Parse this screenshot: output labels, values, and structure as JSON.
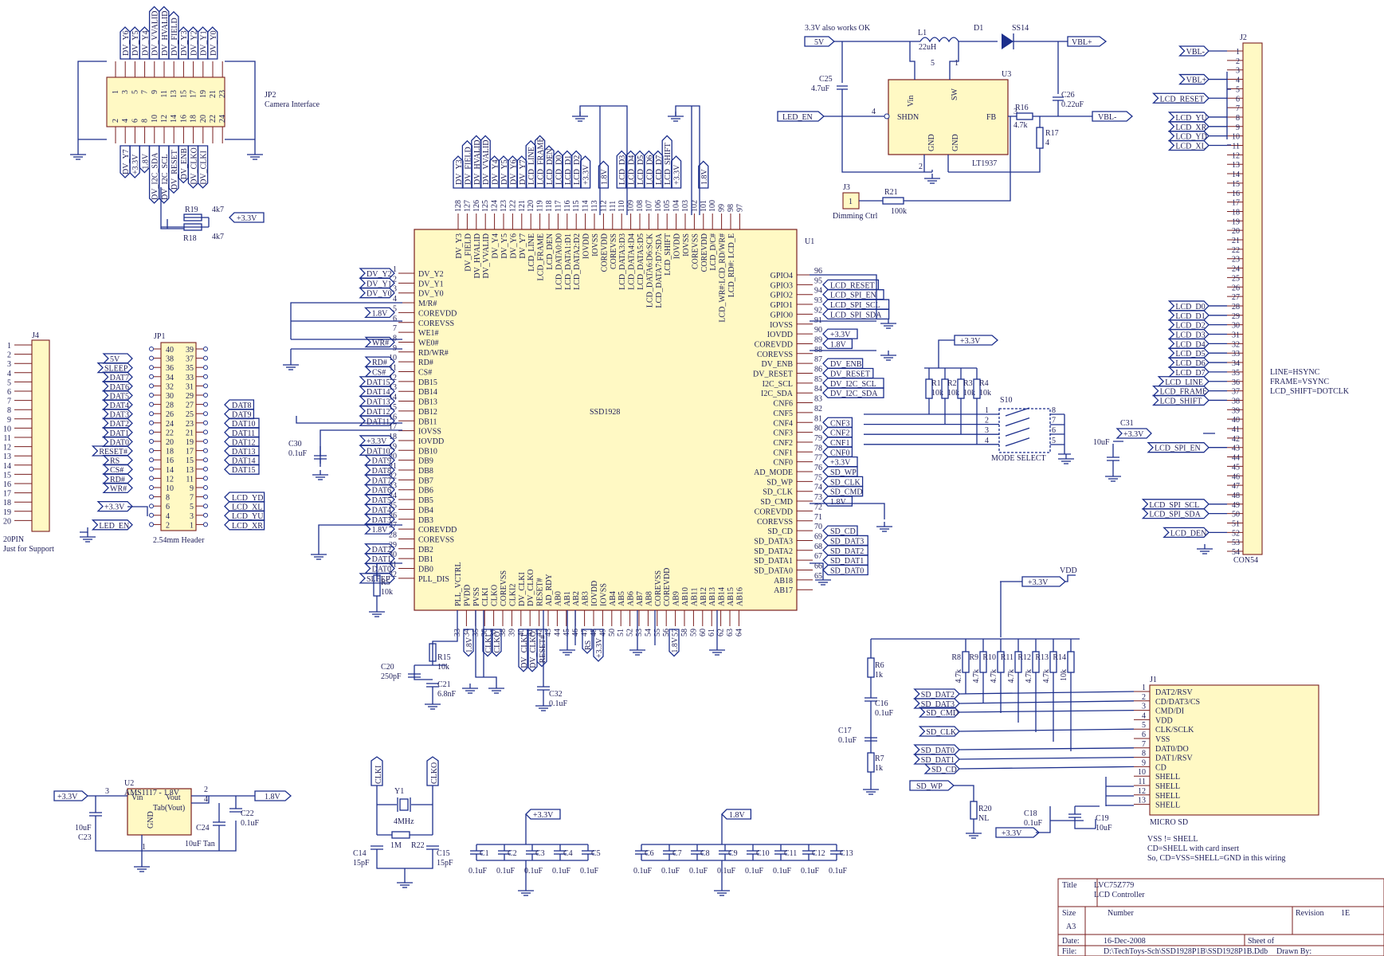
{
  "u1": {
    "ref": "U1",
    "name": "SSD1928",
    "left_pins": [
      [
        "1",
        "DV_Y2",
        "DV_Y2"
      ],
      [
        "2",
        "DV_Y1",
        "DV_Y1"
      ],
      [
        "3",
        "DV_Y0",
        "DV_Y0"
      ],
      [
        "4",
        "M/R#",
        ""
      ],
      [
        "5",
        "COREVDD",
        "1.8V"
      ],
      [
        "6",
        "COREVSS",
        ""
      ],
      [
        "7",
        "WE1#",
        ""
      ],
      [
        "8",
        "WE0#",
        "WR#"
      ],
      [
        "9",
        "RD/WR#",
        ""
      ],
      [
        "10",
        "RD#",
        "RD#"
      ],
      [
        "11",
        "CS#",
        "CS#"
      ],
      [
        "12",
        "DB15",
        "DAT15"
      ],
      [
        "13",
        "DB14",
        "DAT14"
      ],
      [
        "14",
        "DB13",
        "DAT13"
      ],
      [
        "15",
        "DB12",
        "DAT12"
      ],
      [
        "16",
        "DB11",
        "DAT11"
      ],
      [
        "17",
        "IOVSS",
        ""
      ],
      [
        "18",
        "IOVDD",
        "+3.3V"
      ],
      [
        "19",
        "DB10",
        "DAT10"
      ],
      [
        "20",
        "DB9",
        "DAT9"
      ],
      [
        "21",
        "DB8",
        "DAT8"
      ],
      [
        "22",
        "DB7",
        "DAT7"
      ],
      [
        "23",
        "DB6",
        "DAT6"
      ],
      [
        "24",
        "DB5",
        "DAT5"
      ],
      [
        "25",
        "DB4",
        "DAT4"
      ],
      [
        "26",
        "DB3",
        "DAT3"
      ],
      [
        "27",
        "COREVDD",
        "1.8V"
      ],
      [
        "28",
        "COREVSS",
        ""
      ],
      [
        "29",
        "DB2",
        "DAT2"
      ],
      [
        "30",
        "DB1",
        "DAT1"
      ],
      [
        "31",
        "DB0",
        "DAT0"
      ],
      [
        "32",
        "PLL_DIS",
        "SLEEP"
      ]
    ],
    "right_pins": [
      [
        "96",
        "GPIO4",
        ""
      ],
      [
        "95",
        "GPIO3",
        "LCD_RESET"
      ],
      [
        "94",
        "GPIO2",
        "LCD_SPI_EN"
      ],
      [
        "93",
        "GPIO1",
        "LCD_SPI_SCL"
      ],
      [
        "92",
        "GPIO0",
        "LCD_SPI_SDA"
      ],
      [
        "91",
        "IOVSS",
        ""
      ],
      [
        "90",
        "IOVDD",
        "+3.3V"
      ],
      [
        "89",
        "COREVDD",
        "1.8V"
      ],
      [
        "88",
        "COREVSS",
        ""
      ],
      [
        "87",
        "DV_ENB",
        "DV_ENB"
      ],
      [
        "86",
        "DV_RESET",
        "DV_RESET"
      ],
      [
        "85",
        "I2C_SCL",
        "DV_I2C_SCL"
      ],
      [
        "84",
        "I2C_SDA",
        "DV_I2C_SDA"
      ],
      [
        "83",
        "CNF6",
        ""
      ],
      [
        "82",
        "CNF5",
        ""
      ],
      [
        "81",
        "CNF4",
        "CNF3"
      ],
      [
        "80",
        "CNF3",
        "CNF2"
      ],
      [
        "79",
        "CNF2",
        "CNF1"
      ],
      [
        "78",
        "CNF1",
        "CNF0"
      ],
      [
        "77",
        "CNF0",
        "+3.3V"
      ],
      [
        "76",
        "AD_MODE",
        "SD_WP"
      ],
      [
        "75",
        "SD_WP",
        "SD_CLK"
      ],
      [
        "74",
        "SD_CLK",
        "SD_CMD"
      ],
      [
        "73",
        "SD_CMD",
        "1.8V"
      ],
      [
        "72",
        "COREVDD",
        ""
      ],
      [
        "71",
        "COREVSS",
        ""
      ],
      [
        "70",
        "SD_CD",
        "SD_CD"
      ],
      [
        "69",
        "SD_DATA3",
        "SD_DAT3"
      ],
      [
        "68",
        "SD_DATA2",
        "SD_DAT2"
      ],
      [
        "67",
        "SD_DATA1",
        "SD_DAT1"
      ],
      [
        "66",
        "SD_DATA0",
        "SD_DAT0"
      ],
      [
        "65",
        "AB18",
        ""
      ],
      [
        "",
        "AB17",
        ""
      ]
    ],
    "top_pins": [
      [
        "128",
        "DV_Y3",
        "DV_Y3"
      ],
      [
        "127",
        "DV_FIELD",
        "DV_FIELD"
      ],
      [
        "126",
        "DV_HVALID",
        "DV_HVALID"
      ],
      [
        "125",
        "DV_VVALID",
        "DV_VVALID"
      ],
      [
        "124",
        "DV_Y4",
        "DV_Y4"
      ],
      [
        "123",
        "DV_Y5",
        "DV_Y5"
      ],
      [
        "122",
        "DV_Y6",
        "DV_Y6"
      ],
      [
        "121",
        "DV_Y7",
        "DV_Y7"
      ],
      [
        "120",
        "LCD_LINE",
        "LCD_LINE"
      ],
      [
        "119",
        "LCD_FRAME",
        "LCD_FRAME"
      ],
      [
        "118",
        "LCD_DEN",
        "LCD_DEN"
      ],
      [
        "117",
        "LCD_DATA0:D0",
        "LCD_D0"
      ],
      [
        "116",
        "LCD_DATA1:D1",
        "LCD_D1"
      ],
      [
        "115",
        "LCD_DATA2:D2",
        "LCD_D2"
      ],
      [
        "114",
        "IOVDD",
        "+3.3V"
      ],
      [
        "113",
        "IOVSS",
        ""
      ],
      [
        "112",
        "COREVDD",
        "1.8V"
      ],
      [
        "111",
        "COREVSS",
        ""
      ],
      [
        "110",
        "LCD_DATA3:D3",
        "LCD_D3"
      ],
      [
        "109",
        "LCD_DATA4:D4",
        "LCD_D4"
      ],
      [
        "108",
        "LCD_DATA5:D5",
        "LCD_D5"
      ],
      [
        "107",
        "LCD_DATA6:D6:SCK",
        "LCD_D6"
      ],
      [
        "106",
        "LCD_DATA7:D7:SDA",
        "LCD_D7"
      ],
      [
        "105",
        "LCD_SHIFT",
        "LCD_SHIFT"
      ],
      [
        "104",
        "IOVDD",
        "+3.3V"
      ],
      [
        "103",
        "IOVSS",
        ""
      ],
      [
        "102",
        "COREVSS",
        ""
      ],
      [
        "101",
        "COREVDD",
        "1.8V"
      ],
      [
        "100",
        "LCD_D/C#",
        ""
      ],
      [
        "99",
        "LCD_WR#:LCD_RD/WR#",
        ""
      ],
      [
        "98",
        "LCD_RD#: LCD_E",
        ""
      ],
      [
        "97",
        "",
        ""
      ]
    ],
    "bottom_pins": [
      [
        "33",
        "PLL_VCTRL"
      ],
      [
        "34",
        "PVDD"
      ],
      [
        "35",
        "PVSS"
      ],
      [
        "36",
        "CLKI"
      ],
      [
        "37",
        "CLKO"
      ],
      [
        "38",
        "COREVSS"
      ],
      [
        "39",
        "CLKI2"
      ],
      [
        "40",
        "DV_CLKI"
      ],
      [
        "41",
        "DV_CLKO"
      ],
      [
        "42",
        "RESET#"
      ],
      [
        "43",
        "AD_RDY"
      ],
      [
        "44",
        "AB0"
      ],
      [
        "45",
        "AB1"
      ],
      [
        "46",
        "AB2"
      ],
      [
        "47",
        "AB3"
      ],
      [
        "48",
        "IOVDD"
      ],
      [
        "49",
        "IOVSS"
      ],
      [
        "50",
        "AB4"
      ],
      [
        "51",
        "AB5"
      ],
      [
        "52",
        "AB6"
      ],
      [
        "53",
        "AB7"
      ],
      [
        "54",
        "AB8"
      ],
      [
        "55",
        "COREVSS"
      ],
      [
        "56",
        "COREVDD"
      ],
      [
        "57",
        "AB9"
      ],
      [
        "58",
        "AB10"
      ],
      [
        "59",
        "AB11"
      ],
      [
        "60",
        "AB12"
      ],
      [
        "61",
        "AB13"
      ],
      [
        "62",
        "AB14"
      ],
      [
        "63",
        "AB15"
      ],
      [
        "64",
        "AB16"
      ]
    ],
    "bottom_nets": [
      "1.8V",
      "CLKI",
      "CLKO",
      "DV_CLKI",
      "DV_CLKO",
      "RESET#",
      "RS",
      "+3.3V",
      "1.8V"
    ]
  },
  "jp2": {
    "ref": "JP2",
    "desc": "Camera Interface",
    "top_nets": [
      "DV_Y6",
      "DV_Y5",
      "DV_Y4",
      "DV_VVALID",
      "DV_HVALID",
      "DV_FIELD",
      "DV_Y3",
      "DV_Y2",
      "DV_Y1",
      "DV_Y0"
    ],
    "top_pins": [
      "1",
      "3",
      "5",
      "7",
      "9",
      "11",
      "13",
      "15",
      "17",
      "19",
      "21",
      "23"
    ],
    "bot_pins": [
      "2",
      "4",
      "6",
      "8",
      "10",
      "12",
      "14",
      "16",
      "18",
      "20",
      "22",
      "24"
    ],
    "bot_nets": [
      "DV_Y7",
      "+3.3V",
      "1.8V",
      "DV_I2C_SDA",
      "DV_I2C_SCL",
      "DV_RESET",
      "DV_ENB",
      "DV_CLKO",
      "DV_CLKI"
    ],
    "r19": "R19",
    "r18": "R18",
    "r19v": "4k7",
    "r18v": "4k7",
    "pwr": "+3.3V"
  },
  "j4": {
    "ref": "J4",
    "pins": [
      "1",
      "2",
      "3",
      "4",
      "5",
      "6",
      "7",
      "8",
      "9",
      "10",
      "11",
      "12",
      "13",
      "14",
      "15",
      "16",
      "17",
      "18",
      "19",
      "20"
    ],
    "desc1": "20PIN",
    "desc2": "Just for Support"
  },
  "jp1": {
    "ref": "JP1",
    "desc": "2.54mm Header",
    "left_pins": [
      "40",
      "38",
      "36",
      "34",
      "32",
      "30",
      "28",
      "26",
      "24",
      "22",
      "20",
      "18",
      "16",
      "14",
      "12",
      "10",
      "8",
      "6",
      "4",
      "2"
    ],
    "right_pins": [
      "39",
      "37",
      "35",
      "33",
      "31",
      "29",
      "27",
      "25",
      "23",
      "21",
      "19",
      "17",
      "15",
      "13",
      "11",
      "9",
      "7",
      "5",
      "3",
      "1"
    ],
    "left_nets": [
      "5V",
      "SLEEP",
      "DAT7",
      "DAT6",
      "DAT5",
      "DAT4",
      "DAT3",
      "DAT2",
      "DAT1",
      "DAT0",
      "RESET#",
      "RS",
      "CS#",
      "RD#",
      "WR#",
      "",
      "+3.3V",
      "",
      "LED_EN"
    ],
    "right_nets": [
      "",
      "",
      "",
      "",
      "",
      "DAT8",
      "DAT9",
      "DAT10",
      "DAT11",
      "DAT12",
      "DAT13",
      "DAT14",
      "DAT15",
      "",
      "",
      "LCD_YD",
      "LCD_XL",
      "LCD_YU",
      "LCD_XR"
    ]
  },
  "power": {
    "note": "3.3V also works OK",
    "in": "5V",
    "l1": "L1",
    "l1v": "22uH",
    "d1": "D1",
    "d1v": "SS14",
    "out": "VBL+",
    "c25": "C25",
    "c25v": "4.7uF",
    "c26": "C26",
    "c26v": "0.22uF",
    "u3": "U3",
    "u3name": "LT1937",
    "vin": "Vin",
    "sw": "SW",
    "shdn": "SHDN",
    "fb": "FB",
    "gnd": "GND",
    "p5": "5",
    "p1": "1",
    "p4": "4",
    "p3": "3",
    "p2": "2",
    "led_en": "LED_EN",
    "r16": "R16",
    "r16v": "4.7k",
    "vbl_minus": "VBL-",
    "r17": "R17",
    "r17v": "4",
    "j3": "J3",
    "j3pin": "1",
    "j3desc": "Dimming Ctrl",
    "r21": "R21",
    "r21v": "100k"
  },
  "j2": {
    "ref": "J2",
    "name": "CON54",
    "pins": [
      "1",
      "2",
      "3",
      "4",
      "5",
      "6",
      "7",
      "8",
      "9",
      "10",
      "11",
      "12",
      "13",
      "14",
      "15",
      "16",
      "17",
      "18",
      "19",
      "20",
      "21",
      "22",
      "23",
      "24",
      "25",
      "26",
      "27",
      "28",
      "29",
      "30",
      "31",
      "32",
      "33",
      "34",
      "35",
      "36",
      "37",
      "38",
      "39",
      "40",
      "41",
      "42",
      "43",
      "44",
      "45",
      "46",
      "47",
      "48",
      "49",
      "50",
      "51",
      "52",
      "53",
      "54"
    ],
    "nets": [
      [
        "1",
        "VBL-"
      ],
      [
        "4",
        "VBL+"
      ],
      [
        "6",
        "LCD_RESET"
      ],
      [
        "8",
        "LCD_YU"
      ],
      [
        "9",
        "LCD_XR"
      ],
      [
        "10",
        "LCD_YD"
      ],
      [
        "11",
        "LCD_XL"
      ],
      [
        "28",
        "LCD_D0"
      ],
      [
        "29",
        "LCD_D1"
      ],
      [
        "30",
        "LCD_D2"
      ],
      [
        "31",
        "LCD_D3"
      ],
      [
        "32",
        "LCD_D4"
      ],
      [
        "33",
        "LCD_D5"
      ],
      [
        "34",
        "LCD_D6"
      ],
      [
        "35",
        "LCD_D7"
      ],
      [
        "36",
        "LCD_LINE"
      ],
      [
        "37",
        "LCD_FRAME"
      ],
      [
        "38",
        "LCD_SHIFT"
      ],
      [
        "43",
        "LCD_SPI_EN"
      ],
      [
        "49",
        "LCD_SPI_SCL"
      ],
      [
        "50",
        "LCD_SPI_SDA"
      ],
      [
        "52",
        "LCD_DEN"
      ]
    ],
    "note1": "LINE=HSYNC",
    "note2": "FRAME=VSYNC",
    "note3": "LCD_SHIFT=DOTCLK",
    "c31": "C31",
    "c31v": "10uF",
    "c31net": "+3.3V"
  },
  "s10": {
    "ref": "S10",
    "desc": "MODE SELECT",
    "lp": [
      "1",
      "2",
      "3",
      "4"
    ],
    "rp": [
      "8",
      "7",
      "6",
      "5"
    ],
    "pwr": "+3.3V",
    "resistors": [
      [
        "R1",
        "10k"
      ],
      [
        "R2",
        "10k"
      ],
      [
        "R3",
        "10k"
      ],
      [
        "R4",
        "10k"
      ]
    ]
  },
  "c30": {
    "ref": "C30",
    "val": "0.1uF"
  },
  "r5": {
    "ref": "R5",
    "val": "10k"
  },
  "pll": {
    "c20": "C20",
    "c20v": "250pF",
    "r15": "R15",
    "r15v": "10k",
    "c21": "C21",
    "c21v": "6.8nF",
    "c32": "C32",
    "c32v": "0.1uF"
  },
  "sd": {
    "ref": "J1",
    "name": "MICRO SD",
    "vdd": "VDD",
    "pwr": "+3.3V",
    "pins": [
      [
        "1",
        "DAT2/RSV"
      ],
      [
        "2",
        "CD/DAT3/CS"
      ],
      [
        "3",
        "CMD/DI"
      ],
      [
        "4",
        "VDD"
      ],
      [
        "5",
        "CLK/SCLK"
      ],
      [
        "6",
        "VSS"
      ],
      [
        "7",
        "DAT0/DO"
      ],
      [
        "8",
        "DAT1/RSV"
      ],
      [
        "9",
        "CD"
      ],
      [
        "10",
        "SHELL"
      ],
      [
        "11",
        "SHELL"
      ],
      [
        "12",
        "SHELL"
      ],
      [
        "13",
        "SHELL"
      ]
    ],
    "nets": [
      [
        "SD_DAT2",
        1
      ],
      [
        "SD_DAT3",
        2
      ],
      [
        "SD_CMD",
        3
      ],
      [
        "SD_CLK",
        5
      ],
      [
        "SD_DAT0",
        7
      ],
      [
        "SD_DAT1",
        8
      ],
      [
        "SD_CD",
        9
      ]
    ],
    "sd_wp": "SD_WP",
    "pullups": [
      [
        "R8",
        "4.7k"
      ],
      [
        "R9",
        "4.7k"
      ],
      [
        "R10",
        "4.7k"
      ],
      [
        "R11",
        "4.7k"
      ],
      [
        "R12",
        "4.7k"
      ],
      [
        "R13",
        "4.7k"
      ],
      [
        "R14",
        "10k"
      ]
    ],
    "r6": "R6",
    "r6v": "1k",
    "r7": "R7",
    "r7v": "1k",
    "c16": "C16",
    "c16v": "0.1uF",
    "c17": "C17",
    "c17v": "0.1uF",
    "r20": "R20",
    "r20v": "NL",
    "c18": "C18",
    "c18v": "0.1uF",
    "c19": "C19",
    "c19v": "10uF",
    "note1": "VSS != SHELL",
    "note2": "CD=SHELL with card insert",
    "note3": "So, CD=VSS=SHELL=GND in this wiring"
  },
  "reg": {
    "ref": "U2",
    "name": "AMS1117 - 1.8V",
    "vin": "Vin",
    "vout": "Vout",
    "tab": "Tab(Vout)",
    "gnd": "GND",
    "in": "+3.3V",
    "out": "1.8V",
    "p3": "3",
    "p2": "2",
    "p4": "4",
    "p1": "1",
    "c23": "C23",
    "c23v": "10uF",
    "c24": "C24",
    "c24v": "10uF Tan",
    "c22": "C22",
    "c22v": "0.1uF"
  },
  "xtal": {
    "clki": "CLKI",
    "clko": "CLKO",
    "y1": "Y1",
    "y1v": "4MHz",
    "r22": "R22",
    "r22v": "1M",
    "c14": "C14",
    "c14v": "15pF",
    "c15": "C15",
    "c15v": "15pF"
  },
  "decap33": {
    "net": "+3.3V",
    "caps": [
      [
        "C1",
        "0.1uF"
      ],
      [
        "C2",
        "0.1uF"
      ],
      [
        "C3",
        "0.1uF"
      ],
      [
        "C4",
        "0.1uF"
      ],
      [
        "C5",
        "0.1uF"
      ]
    ]
  },
  "decap18": {
    "net": "1.8V",
    "caps": [
      [
        "C6",
        "0.1uF"
      ],
      [
        "C7",
        "0.1uF"
      ],
      [
        "C8",
        "0.1uF"
      ],
      [
        "C9",
        "0.1uF"
      ],
      [
        "C10",
        "0.1uF"
      ],
      [
        "C11",
        "0.1uF"
      ],
      [
        "C12",
        "0.1uF"
      ],
      [
        "C13",
        "0.1uF"
      ]
    ]
  },
  "title_block": {
    "title_label": "Title",
    "title1": "LVC75Z779",
    "title2": "LCD Controller",
    "size_label": "Size",
    "size": "A3",
    "number_label": "Number",
    "revision_label": "Revision",
    "revision": "1E",
    "date_label": "Date:",
    "date": "16-Dec-2008",
    "sheet_label": "Sheet    of",
    "file_label": "File:",
    "file": "D:\\TechToys-Sch\\SSD1928P1B\\SSD1928P1B.Ddb",
    "drawn_by": "Drawn By:"
  }
}
